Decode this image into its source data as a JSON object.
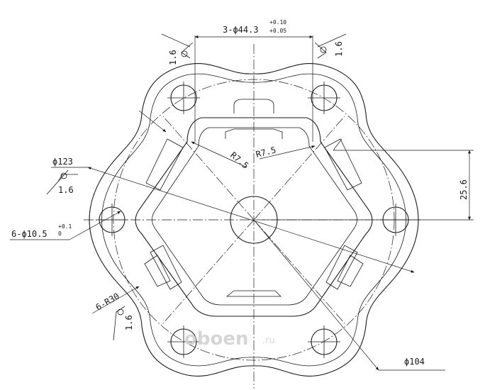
{
  "dimensions": {
    "top_hole": {
      "prefix": "3-ϕ44.3",
      "tol_upper": "+0.10",
      "tol_lower": "+0.05"
    },
    "side_hole": {
      "prefix": "6-ϕ10.5",
      "tol_upper": "+0.1",
      "tol_lower": "0"
    },
    "radius_left": "R7.5",
    "radius_right": "R7.5",
    "outer_dia": "ϕ123",
    "inner_dia": "ϕ104",
    "offset": "25.6",
    "corner_radius": "6-R30"
  },
  "roughness": {
    "top_left": "1.6",
    "top_right": "1.6",
    "left": "1.6",
    "bottom_left": "1.6"
  },
  "watermark": {
    "brand": "oboen",
    "suffix": ".ru"
  }
}
